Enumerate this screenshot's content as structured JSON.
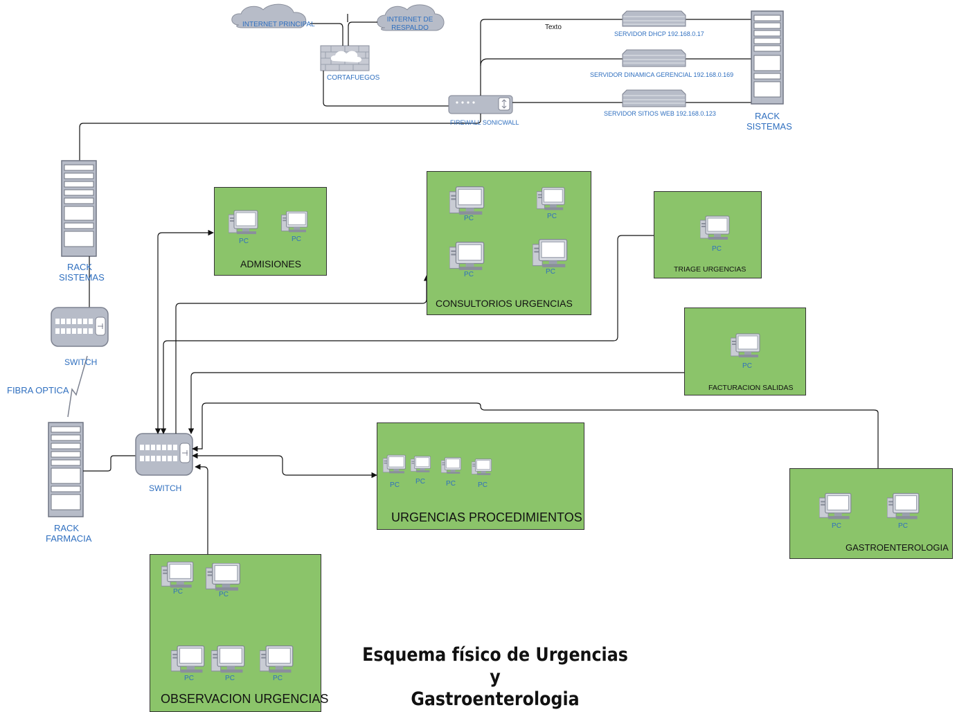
{
  "title": {
    "line1": "Esquema físico de Urgencias  y",
    "line2": "Gastroenterologia"
  },
  "internet": {
    "principal": "INTERNET PRINCIPAL",
    "respaldo": "INTERNET DE RESPALDO"
  },
  "firewall": {
    "cortafuegos": "CORTAFUEGOS",
    "sonicwall": "FIREWALL SONICWALL"
  },
  "servers": {
    "text_note": "Texto",
    "dhcp": "SERVIDOR DHCP 192.168.0.17",
    "dinamica": "SERVIDOR DINAMICA GERENCIAL 192.168.0.169",
    "sitios": "SERVIDOR SITIOS WEB 192.168.0.123"
  },
  "racks": {
    "sistemas_top": "RACK SISTEMAS",
    "sistemas_left": "RACK SISTEMAS",
    "farmacia": "RACK FARMACIA"
  },
  "switches": {
    "top": "SWITCH",
    "main": "SWITCH"
  },
  "fibra": "FIBRA OPTICA",
  "pc_label": "PC",
  "rooms": {
    "admisiones": "ADMISIONES",
    "consultorios": "CONSULTORIOS URGENCIAS",
    "triage": "TRIAGE URGENCIAS",
    "facturacion": "FACTURACION SALIDAS",
    "procedimientos": "URGENCIAS PROCEDIMIENTOS",
    "gastro": "GASTROENTEROLOGIA",
    "observacion": "OBSERVACION URGENCIAS"
  },
  "colors": {
    "room_fill": "#8bc46a",
    "label_blue": "#2f6fbf",
    "device_gray": "#b7bcc8"
  }
}
